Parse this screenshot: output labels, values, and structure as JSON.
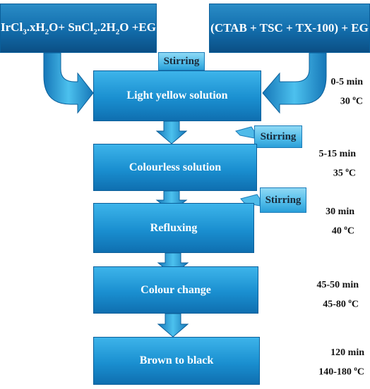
{
  "reagents": {
    "left": {
      "part1": "IrCl",
      "sub1": "3",
      "part2": ".xH",
      "sub2": "2",
      "part3": "O+ SnCl",
      "sub3": "2",
      "part4": ".2H",
      "sub4": "2",
      "part5": "O +EG"
    },
    "right": "(CTAB + TSC + TX-100) + EG"
  },
  "steps": [
    {
      "label": "Light yellow solution",
      "time": "0-5 min",
      "temp": "30",
      "unit": "C"
    },
    {
      "label": "Colourless solution",
      "time": "5-15 min",
      "temp": "35",
      "unit": "C"
    },
    {
      "label": "Refluxing",
      "time": "30 min",
      "temp": "40",
      "unit": "C"
    },
    {
      "label": "Colour change",
      "time": "45-50 min",
      "temp": "45-80",
      "unit": "C"
    },
    {
      "label": "Brown to black",
      "time": "120 min",
      "temp": "140-180",
      "unit": "C"
    }
  ],
  "stirring": [
    "Stirring",
    "Stirring",
    "Stirring"
  ],
  "degree_symbol": "o",
  "colors": {
    "box_light": "#3db4ea",
    "box_dark": "#0f6fb0",
    "stir_fill": "#4fbbe9",
    "arrow": "#2a9ed8"
  }
}
